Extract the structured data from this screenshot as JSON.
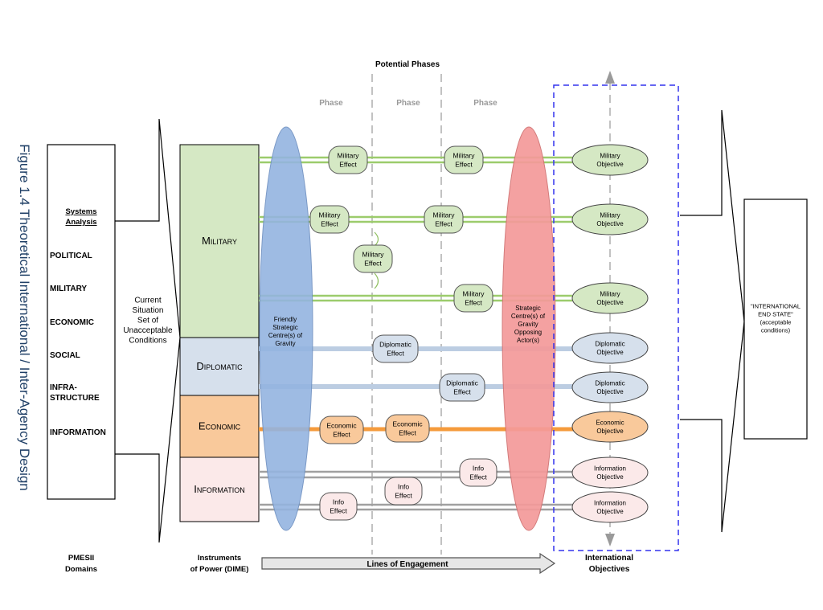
{
  "figure": {
    "title": "Figure 1.4 Theoretical International / Inter-Agency Design",
    "potential_phases": "Potential Phases",
    "phase_labels": [
      "Phase",
      "Phase",
      "Phase"
    ]
  },
  "pmesii": {
    "heading": [
      "Systems",
      "Analysis"
    ],
    "domains": [
      "POLITICAL",
      "MILITARY",
      "ECONOMIC",
      "SOCIAL",
      [
        "INFRA-",
        "STRUCTURE"
      ],
      "INFORMATION"
    ],
    "footer": [
      "PMESII",
      "Domains"
    ]
  },
  "current_situation": [
    "Current",
    "Situation",
    "Set of",
    "Unacceptable",
    "Conditions"
  ],
  "dime": {
    "blocks": [
      {
        "initial": "M",
        "rest": "ILITARY",
        "color": "#d5e8c4"
      },
      {
        "initial": "D",
        "rest": "IPLOMATIC",
        "color": "#d6e0ec"
      },
      {
        "initial": "E",
        "rest": "CONOMIC",
        "color": "#f9c99b"
      },
      {
        "initial": "I",
        "rest": "NFORMATION",
        "color": "#fbe9e9"
      }
    ],
    "footer": [
      "Instruments",
      "of Power (DIME)"
    ]
  },
  "friendly_cog": [
    "Friendly",
    "Strategic",
    "Centre(s) of",
    "Gravity"
  ],
  "opposing_cog": [
    "Strategic",
    "Centre(s) of",
    "Gravity",
    "Opposing",
    "Actor(s)"
  ],
  "effects": [
    {
      "lines": [
        "Military",
        "Effect"
      ],
      "type": "military"
    },
    {
      "lines": [
        "Military",
        "Effect"
      ],
      "type": "military"
    },
    {
      "lines": [
        "Military",
        "Effect"
      ],
      "type": "military"
    },
    {
      "lines": [
        "Military",
        "Effect"
      ],
      "type": "military"
    },
    {
      "lines": [
        "Military",
        "Effect"
      ],
      "type": "military"
    },
    {
      "lines": [
        "Military",
        "Effect"
      ],
      "type": "military"
    },
    {
      "lines": [
        "Diplomatic",
        "Effect"
      ],
      "type": "diplomatic"
    },
    {
      "lines": [
        "Diplomatic",
        "Effect"
      ],
      "type": "diplomatic"
    },
    {
      "lines": [
        "Economic",
        "Effect"
      ],
      "type": "economic"
    },
    {
      "lines": [
        "Economic",
        "Effect"
      ],
      "type": "economic"
    },
    {
      "lines": [
        "Info",
        "Effect"
      ],
      "type": "info"
    },
    {
      "lines": [
        "Info",
        "Effect"
      ],
      "type": "info"
    },
    {
      "lines": [
        "Info",
        "Effect"
      ],
      "type": "info"
    }
  ],
  "objectives": [
    {
      "lines": [
        "Military",
        "Objective"
      ],
      "type": "military"
    },
    {
      "lines": [
        "Military",
        "Objective"
      ],
      "type": "military"
    },
    {
      "lines": [
        "Military",
        "Objective"
      ],
      "type": "military"
    },
    {
      "lines": [
        "Diplomatic",
        "Objective"
      ],
      "type": "diplomatic"
    },
    {
      "lines": [
        "Diplomatic",
        "Objective"
      ],
      "type": "diplomatic"
    },
    {
      "lines": [
        "Economic",
        "Objective"
      ],
      "type": "economic"
    },
    {
      "lines": [
        "Information",
        "Objective"
      ],
      "type": "info"
    },
    {
      "lines": [
        "Information",
        "Objective"
      ],
      "type": "info"
    }
  ],
  "end_state": [
    "\"INTERNATIONAL",
    "END STATE\"",
    "(acceptable",
    "conditions)"
  ],
  "lines_of_engagement": "Lines of Engagement",
  "international_objectives": [
    "International",
    "Objectives"
  ],
  "colors": {
    "military_fill": "#d5e8c4",
    "military_line": "#9ccc6c",
    "diplomatic_fill": "#d6e0ec",
    "diplomatic_line": "#bccde2",
    "economic_fill": "#f9c99b",
    "economic_line": "#f59b3c",
    "info_fill": "#fbe9e9",
    "info_line": "#a0a0a0",
    "friendly_cog": "#94b4e0",
    "opposing_cog": "#f49a9a",
    "dashed_box": "#3333ee",
    "title_text": "#1f3f66"
  }
}
